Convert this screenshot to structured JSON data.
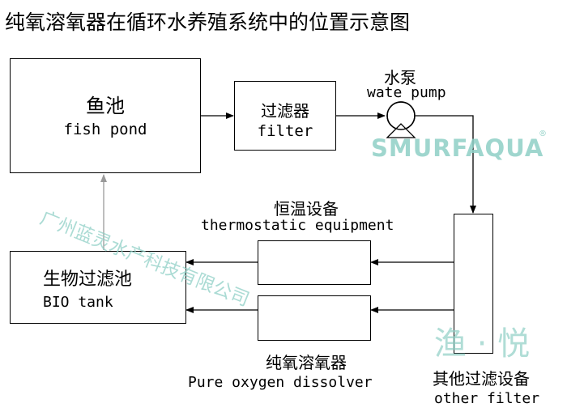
{
  "title": "纯氧溶氧器在循环水养殖系统中的位置示意图",
  "nodes": {
    "fish_pond": {
      "zh": "鱼池",
      "en": "fish pond"
    },
    "filter": {
      "zh": "过滤器",
      "en": "filter"
    },
    "pump": {
      "zh": "水泵",
      "en": "wate pump"
    },
    "thermostatic": {
      "zh": "恒温设备",
      "en": "thermostatic equipment"
    },
    "bio_tank": {
      "zh": "生物过滤池",
      "en": "BIO tank"
    },
    "oxygen": {
      "zh": "纯氧溶氧器",
      "en": "Pure oxygen dissolver"
    },
    "other_filter": {
      "zh": "其他过滤设备",
      "en": "other filter"
    }
  },
  "watermarks": {
    "brand": "SMURFAQUA",
    "company": "广州蓝灵水产科技有限公司",
    "logo_text": "渔 · 悦",
    "registered": "®"
  },
  "colors": {
    "watermark_teal": "#8fd0c6",
    "line": "#000000",
    "return_line": "#9a9a9a"
  }
}
